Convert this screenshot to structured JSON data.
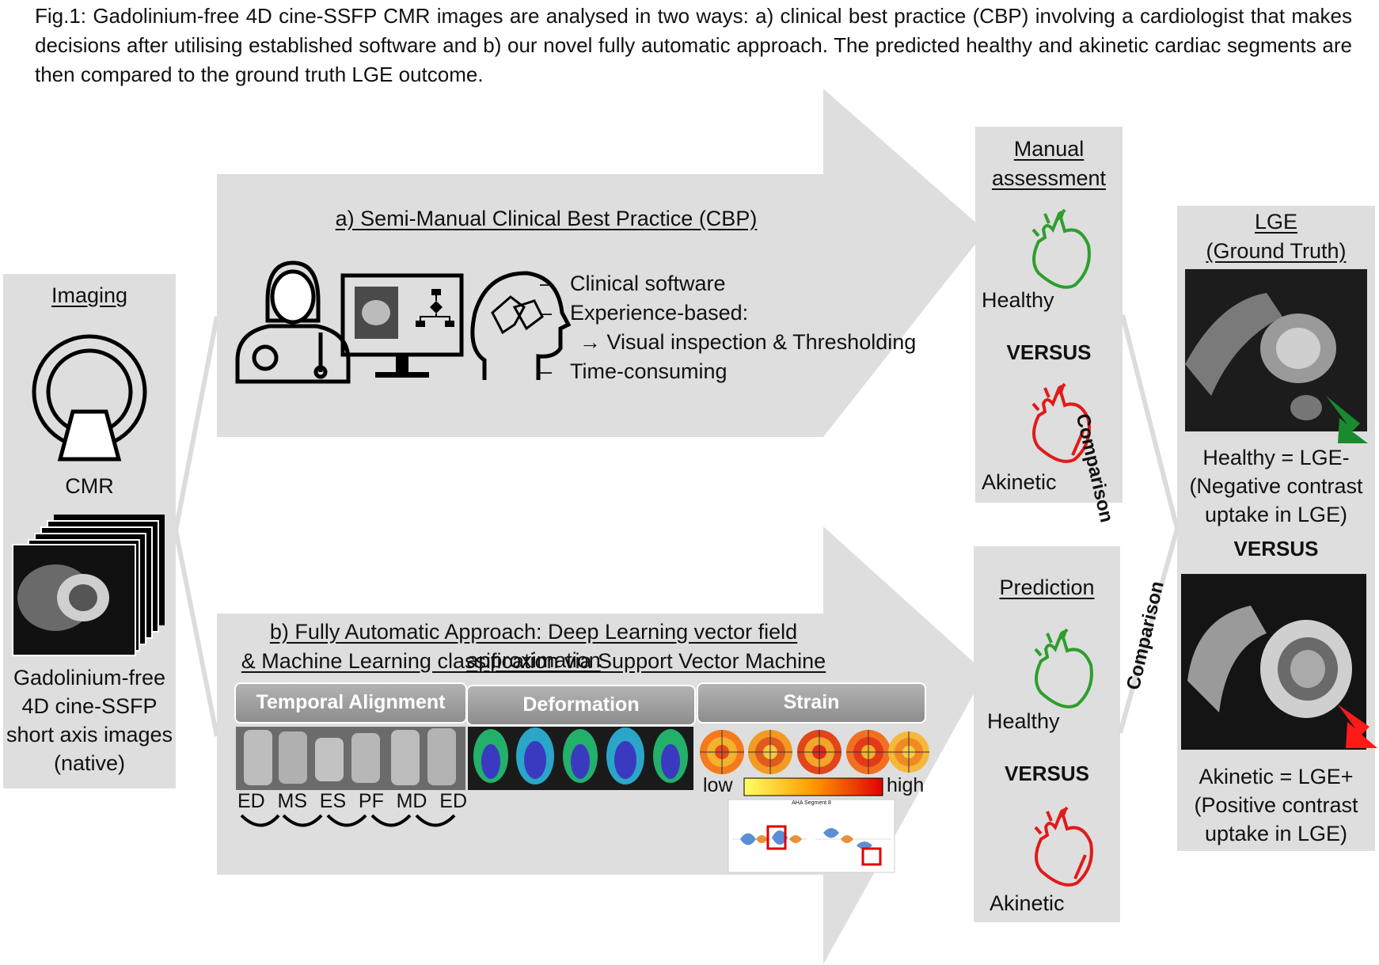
{
  "caption": "Fig.1: Gadolinium-free 4D cine-SSFP CMR images are analysed in two ways: a) clinical best practice (CBP) involving a cardiologist that makes decisions after utilising established software and b) our novel fully automatic approach. The predicted healthy and akinetic cardiac segments are then compared to the ground truth LGE outcome.",
  "imaging": {
    "title": "Imaging",
    "scanner_label": "CMR",
    "images_label_lines": [
      "Gadolinium-free",
      "4D cine-SSFP",
      "short axis images",
      "(native)"
    ]
  },
  "cbp": {
    "title": "a) Semi-Manual Clinical Best Practice (CBP)",
    "bullets": [
      "Clinical software",
      "Experience-based:",
      "→ Visual inspection & Thresholding",
      "Time-consuming"
    ],
    "icons": [
      "doctor-icon",
      "monitor-icon",
      "head-puzzle-icon"
    ]
  },
  "auto": {
    "title_line1": "b) Fully Automatic Approach: Deep Learning vector field approximation",
    "title_line2": "& Machine Learning classification via Support Vector Machine",
    "tiles": [
      "Temporal Alignment",
      "Deformation",
      "Strain"
    ],
    "phases": [
      "ED",
      "MS",
      "ES",
      "PF",
      "MD",
      "ED"
    ],
    "scale_low": "low",
    "scale_high": "high",
    "plot_title": "AHA Segment 8"
  },
  "manual": {
    "title_line1": "Manual",
    "title_line2": "assessment",
    "healthy": "Healthy",
    "versus": "VERSUS",
    "akinetic": "Akinetic"
  },
  "prediction": {
    "title": "Prediction",
    "healthy": "Healthy",
    "versus": "VERSUS",
    "akinetic": "Akinetic"
  },
  "comparison_label": "Comparison",
  "lge": {
    "title_line1": "LGE",
    "title_line2": "(Ground Truth)",
    "healthy_lines": [
      "Healthy = LGE-",
      "(Negative contrast",
      "uptake in LGE)"
    ],
    "versus": "VERSUS",
    "akinetic_lines": [
      "Akinetic = LGE+",
      "(Positive contrast",
      "uptake in LGE)"
    ]
  },
  "colors": {
    "panel": "#dedede",
    "healthy": "#2e9e2e",
    "akinetic": "#e01b1b",
    "arrow_green": "#1a8a2e",
    "arrow_red": "#ff1a1a"
  }
}
